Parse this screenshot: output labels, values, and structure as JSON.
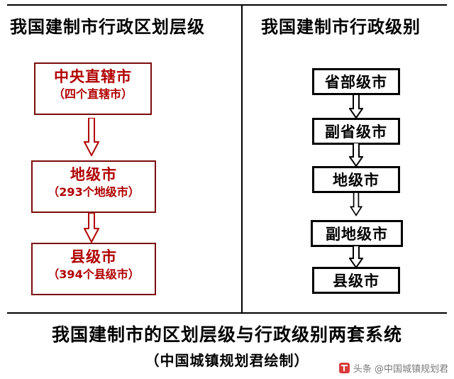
{
  "diagram": {
    "columns": {
      "left": {
        "heading": "我国建制市行政区划层级",
        "boxes": [
          {
            "title": "中央直辖市",
            "note": "（四个直辖市）"
          },
          {
            "title": "地级市",
            "note": "（293个地级市）"
          },
          {
            "title": "县级市",
            "note": "（394个县级市）"
          }
        ],
        "arrows": [
          "down-arrow-hollow",
          "down-arrow-hollow"
        ],
        "box_border_color": "#7b0b0b",
        "text_color": "#b00000"
      },
      "right": {
        "heading": "我国建制市行政级别",
        "boxes": [
          {
            "title": "省部级市"
          },
          {
            "title": "副省级市"
          },
          {
            "title": "地级市"
          },
          {
            "title": "副地级市"
          },
          {
            "title": "县级市"
          }
        ],
        "arrows": [
          "down-arrow-hollow",
          "down-arrow-hollow",
          "down-arrow-hollow",
          "down-arrow-hollow"
        ],
        "box_border_color": "#000000",
        "text_color": "#000000"
      }
    },
    "caption": {
      "main": "我国建制市的区划层级与行政级别两套系统",
      "sub": "（中国城镇规划君绘制）"
    },
    "watermark": {
      "icon": "toutiao-logo-icon",
      "text": "头条 @中国城镇规划君"
    }
  }
}
